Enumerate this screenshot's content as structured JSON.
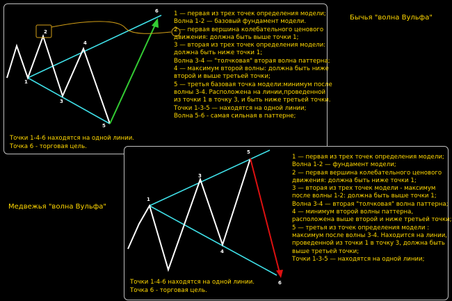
{
  "bullish": {
    "title": "Бычья \"волна Вульфа\"",
    "points": [
      "1",
      "2",
      "3",
      "4",
      "5",
      "6"
    ],
    "description": [
      "1 — первая из трех точек определения модели;",
      "Волна 1-2 — базовый фундамент модели.",
      "2 — первая вершина колебательного ценового",
      "движения: должна быть выше точки 1;",
      "3 — вторая из трех точек определения модели:",
      "должна быть ниже точки 1;",
      "Волна 3-4 — \"толчковая\" вторая волна паттерна;",
      "4 — максимум второй волны: должна быть ниже",
      "второй и выше третьей точки;",
      "5 — третья базовая точка модели:минимум после",
      "волны 3-4. Расположена на линии,проведенной",
      "из точки 1 в точку 3, и быть ниже третьей точки.",
      "Точки 1-3-5 — находятся на одной линии;",
      "Волна 5-6 - самая сильная в паттерне;"
    ],
    "caption": [
      "Точки 1-4-6 находятся на одной линии.",
      "Точка 6 - торговая цель."
    ]
  },
  "bearish": {
    "title": "Медвежья \"волна Вульфа\"",
    "points": [
      "1",
      "3",
      "4",
      "5",
      "6"
    ],
    "description": [
      "1 — первая из трех точек определения модели;",
      "Волна 1-2 — фундамент модели;",
      "2 — первая вершина колебательного ценового",
      "движения: должна быть ниже точки 1;",
      "3 — вторая из трех точек модели - максимум",
      "после волны 1-2: должна быть выше точки 1;",
      "Волна 3-4 — вторая \"толчковая\" волна паттерна;",
      "4 — минимум второй волны паттерна,",
      "расположена выше второй и ниже третьей точки;",
      "5 — третья из точек определения модели :",
      "максимум после волны 3-4. Находится на линии,",
      "проведенной из точки 1 в точку 3, должна быть",
      "выше третьей точки;",
      "Точки 1-3-5 — находятся на одной линии;"
    ],
    "caption": [
      "Точки 1-4-6 находятся на одной линии.",
      "Точка 6 - торговая цель."
    ]
  },
  "colors": {
    "background": "#000000",
    "text": "#ffd700",
    "wave": "#ffffff",
    "trendline": "#3fe0e8",
    "target_up": "#33cc33",
    "target_down": "#dd1111",
    "border": "#bfbfbf",
    "highlight": "#d4a017"
  }
}
